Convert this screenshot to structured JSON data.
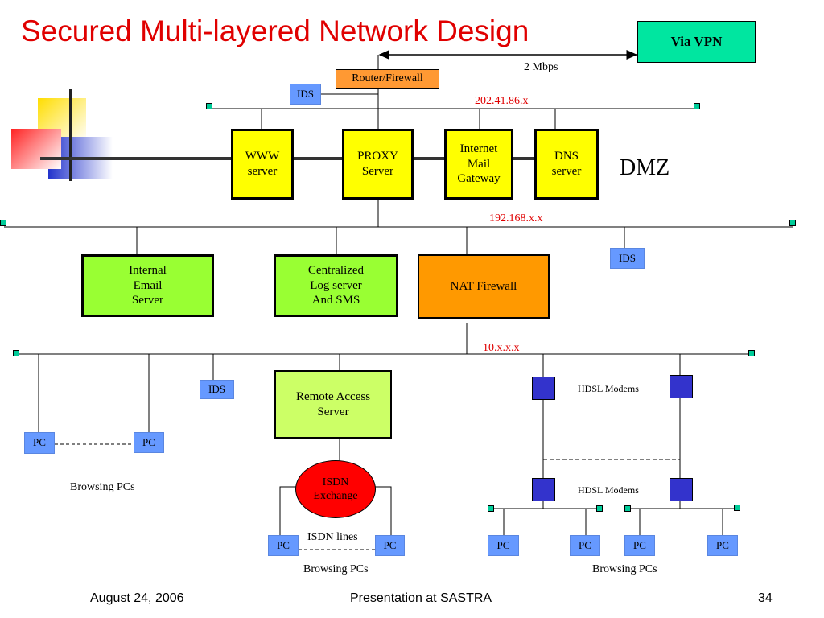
{
  "slide": {
    "title": "Secured Multi-layered Network Design",
    "footer_date": "August 24, 2006",
    "footer_center": "Presentation at SASTRA",
    "footer_page": "34"
  },
  "diagram": {
    "via_vpn": "Via VPN",
    "bandwidth": "2 Mbps",
    "router_firewall": "Router/Firewall",
    "ids_label": "IDS",
    "pc_label": "PC",
    "net_public": "202.41.86.x",
    "net_dmz": "192.168.x.x",
    "net_internal": "10.x.x.x",
    "dmz_label": "DMZ",
    "www_server": "WWW\nserver",
    "proxy_server": "PROXY\nServer",
    "mail_gateway": "Internet\nMail\nGateway",
    "dns_server": "DNS\nserver",
    "internal_email": "Internal\nEmail\nServer",
    "log_server": "Centralized\nLog server\nAnd SMS",
    "nat_firewall": "NAT Firewall",
    "remote_access": "Remote Access\nServer",
    "isdn_exchange": "ISDN\nExchange",
    "isdn_lines": "ISDN lines",
    "hdsl_modems": "HDSL Modems",
    "browsing_pcs": "Browsing PCs"
  },
  "colors": {
    "title": "#e00000",
    "server_yellow": "#ffff00",
    "server_green": "#99ff33",
    "nat_orange": "#ff9900",
    "router_orange": "#ff9933",
    "vpn_teal": "#00e6a0",
    "device_blue": "#6699ff",
    "modem_blue": "#3333cc",
    "isdn_red": "#ff0000"
  }
}
